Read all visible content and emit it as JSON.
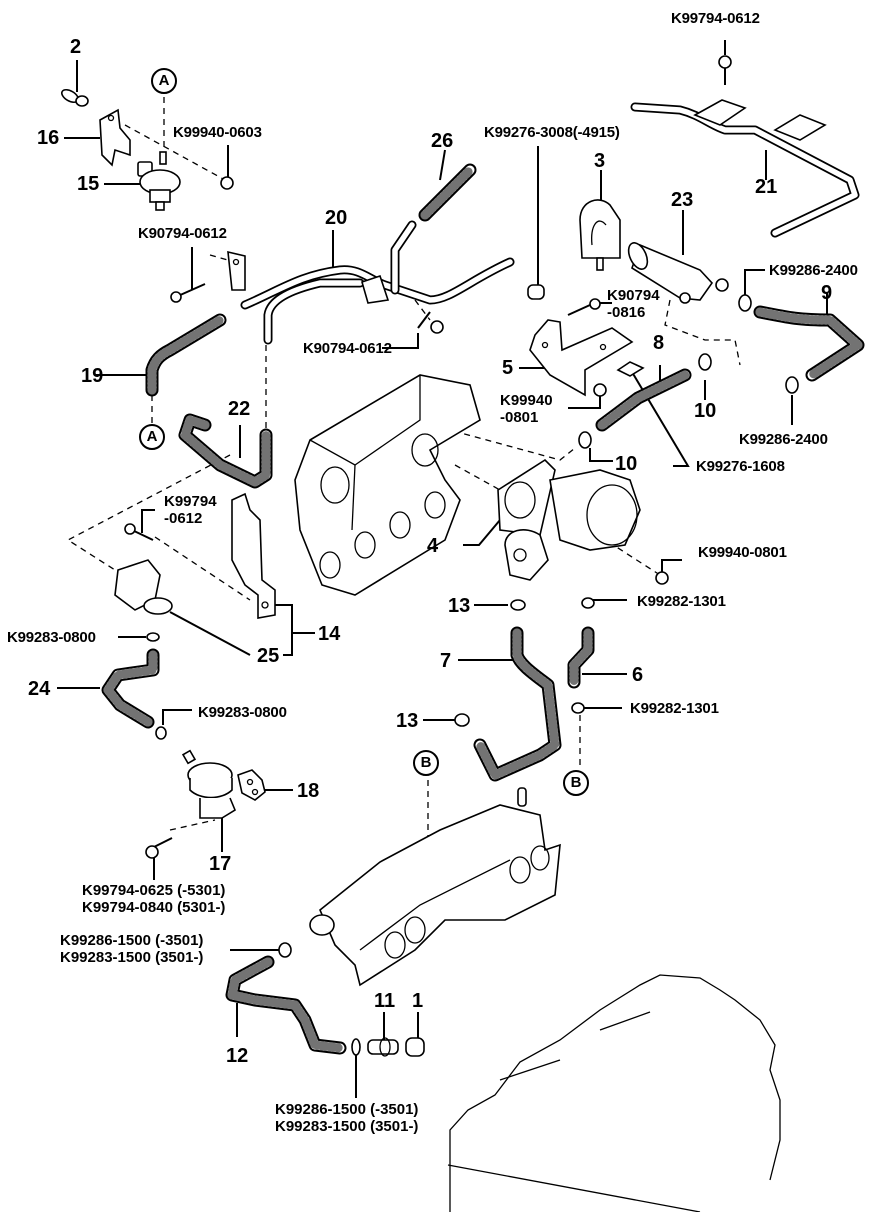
{
  "diagram": {
    "type": "exploded parts diagram",
    "subject": "intake manifold, throttle body and vacuum hoses",
    "item_numbers": {
      "n1": "1",
      "n2": "2",
      "n3": "3",
      "n4": "4",
      "n5": "5",
      "n6": "6",
      "n7": "7",
      "n8": "8",
      "n9": "9",
      "n10a": "10",
      "n10b": "10",
      "n11": "11",
      "n12": "12",
      "n13a": "13",
      "n13b": "13",
      "n14": "14",
      "n15": "15",
      "n16": "16",
      "n17": "17",
      "n18": "18",
      "n19": "19",
      "n20": "20",
      "n21": "21",
      "n22": "22",
      "n23": "23",
      "n24": "24",
      "n25": "25",
      "n26": "26"
    },
    "part_numbers": {
      "bolt_21_top": "K99794-0612",
      "nut_15": "K99940-0603",
      "clip_3": "K99276-3008(-4915)",
      "bolt_20_left": "K90794-0612",
      "clamp_9_top": "K99286-2400",
      "bolt_5": "K90794\n-0816",
      "bolt_20_lower": "K90794-0612",
      "nut_5": "K99940\n-0801",
      "clamp_9_bottom": "K99286-2400",
      "clip_8": "K99276-1608",
      "bolt_14": "K99794\n-0612",
      "nut_4": "K99940-0801",
      "clamp_6_top": "K99282-1301",
      "clamp_24_top": "K99283-0800",
      "clamp_6_bottom": "K99282-1301",
      "clamp_24_bottom": "K99283-0800",
      "bolt_17": "K99794-0625 (-5301)\nK99794-0840 (5301-)",
      "clamp_12_top": "K99286-1500 (-3501)\nK99283-1500 (3501-)",
      "clamp_12_bottom": "K99286-1500 (-3501)\nK99283-1500 (3501-)"
    },
    "reference_markers": {
      "a_top": "A",
      "a_bottom": "A",
      "b_left": "B",
      "b_right": "B"
    }
  }
}
